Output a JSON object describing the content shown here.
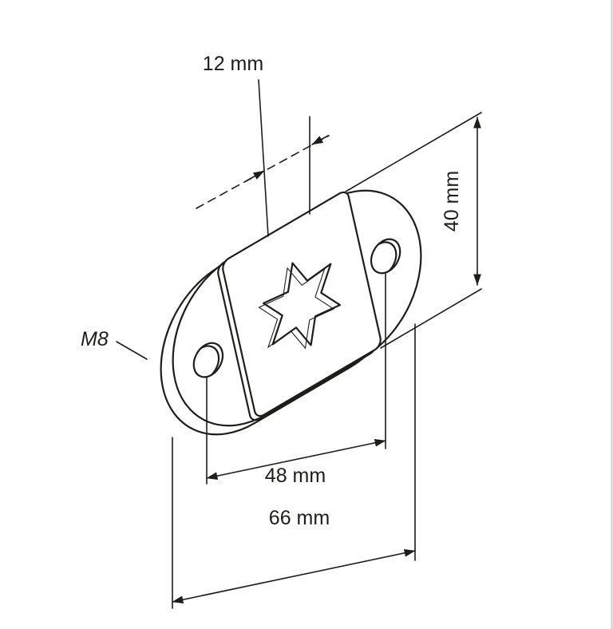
{
  "drawing": {
    "labels": {
      "offset": "12 mm",
      "width": "40 mm",
      "hole_spacing": "48 mm",
      "overall_length": "66 mm",
      "thread": "M8"
    },
    "colors": {
      "line": "#1d1d1b",
      "background": "#ffffff"
    }
  }
}
